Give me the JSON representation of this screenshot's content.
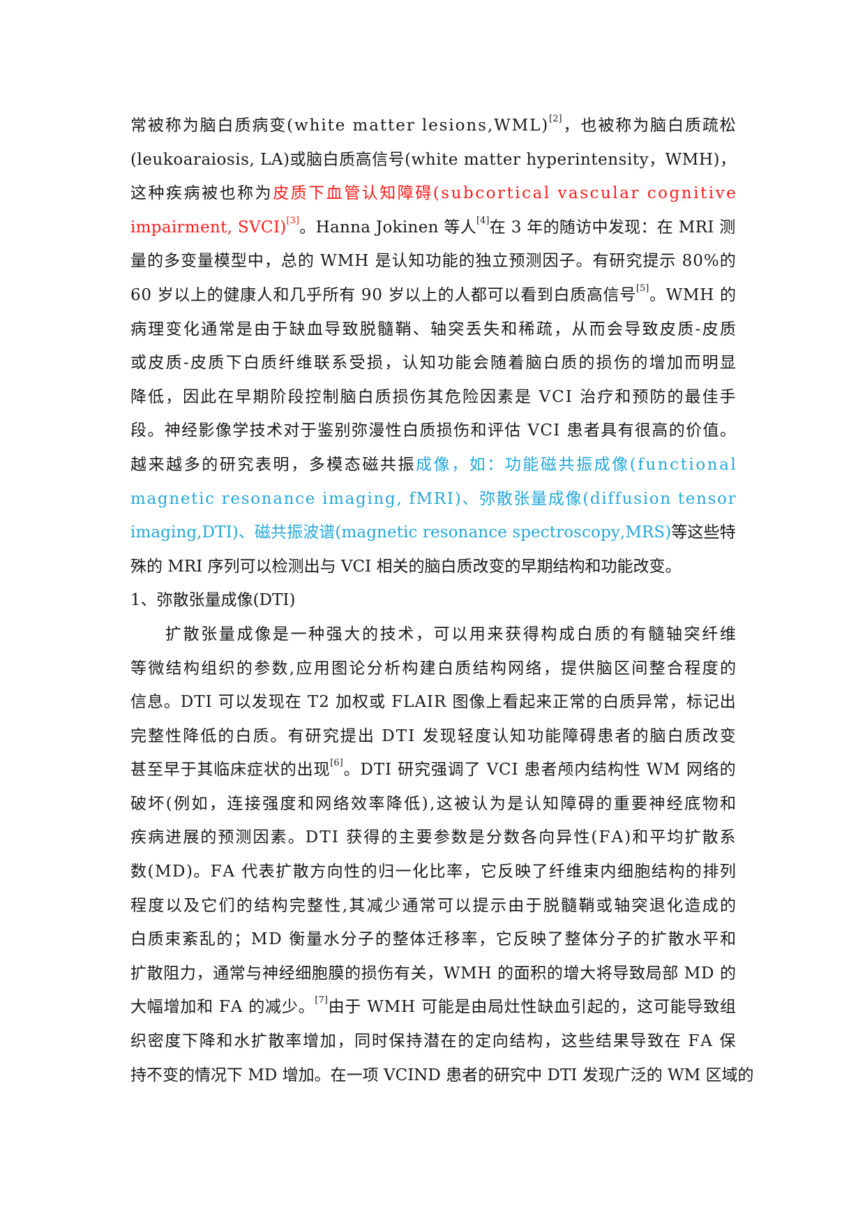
{
  "lines": [
    {
      "segments": [
        {
          "text": "常被称为脑白质病变(white matter lesions,WML)"
        },
        {
          "text": "[2]",
          "sup": true
        },
        {
          "text": "，也被称为脑白质疏松"
        }
      ]
    },
    {
      "segments": [
        {
          "text": "(leukoaraiosis, LA)或脑白质高信号(white matter hyperintensity，WMH)，"
        }
      ]
    },
    {
      "segments": [
        {
          "text": "这种疾病被也称为"
        },
        {
          "text": "皮质下血管认知障碍(subcortical vascular cognitive",
          "color": "red"
        }
      ]
    },
    {
      "segments": [
        {
          "text": "impairment, SVCI)",
          "color": "red"
        },
        {
          "text": "[3]",
          "sup": true,
          "color": "red"
        },
        {
          "text": "。Hanna Jokinen 等人"
        },
        {
          "text": "[4]",
          "sup": true
        },
        {
          "text": "在 3 年的随访中发现：在 MRI 测"
        }
      ]
    },
    {
      "segments": [
        {
          "text": "量的多变量模型中，总的 WMH 是认知功能的独立预测因子。有研究提示 80%的"
        }
      ]
    },
    {
      "segments": [
        {
          "text": "60 岁以上的健康人和几乎所有 90 岁以上的人都可以看到白质高信号"
        },
        {
          "text": "[5]",
          "sup": true
        },
        {
          "text": "。WMH 的"
        }
      ]
    },
    {
      "segments": [
        {
          "text": "病理变化通常是由于缺血导致脱髓鞘、轴突丢失和稀疏，从而会导致皮质-皮质"
        }
      ]
    },
    {
      "segments": [
        {
          "text": "或皮质-皮质下白质纤维联系受损，认知功能会随着脑白质的损伤的增加而明显"
        }
      ]
    },
    {
      "segments": [
        {
          "text": "降低，因此在早期阶段控制脑白质损伤其危险因素是 VCI 治疗和预防的最佳手"
        }
      ]
    },
    {
      "segments": [
        {
          "text": "段。神经影像学技术对于鉴别弥漫性白质损伤和评估 VCI 患者具有很高的价值。"
        }
      ]
    },
    {
      "segments": [
        {
          "text": "越来越多的研究表明，多模态磁共振"
        },
        {
          "text": "成像，如：功能磁共振成像(functional",
          "color": "blue"
        }
      ]
    },
    {
      "segments": [
        {
          "text": "magnetic resonance imaging, fMRI)、弥散张量成像(diffusion tensor",
          "color": "blue"
        }
      ]
    },
    {
      "segments": [
        {
          "text": "imaging,DTI)、磁共振波谱(magnetic resonance spectroscopy,MRS)",
          "color": "blue"
        },
        {
          "text": "等这些特"
        }
      ]
    },
    {
      "segments": [
        {
          "text": "殊的 MRI 序列可以检测出与 VCI 相关的脑白质改变的早期结构和功能改变。"
        }
      ],
      "align": "left"
    },
    {
      "segments": [
        {
          "text": "1、弥散张量成像(DTI)"
        }
      ],
      "align": "left"
    },
    {
      "segments": [
        {
          "text": "扩散张量成像是一种强大的技术，可以用来获得构成白质的有髓轴突纤维"
        }
      ],
      "indent": true
    },
    {
      "segments": [
        {
          "text": "等微结构组织的参数,应用图论分析构建白质结构网络，提供脑区间整合程度的"
        }
      ]
    },
    {
      "segments": [
        {
          "text": "信息。DTI 可以发现在 T2 加权或 FLAIR 图像上看起来正常的白质异常，标记出"
        }
      ]
    },
    {
      "segments": [
        {
          "text": "完整性降低的白质。有研究提出 DTI 发现轻度认知功能障碍患者的脑白质改变"
        }
      ]
    },
    {
      "segments": [
        {
          "text": "甚至早于其临床症状的出现"
        },
        {
          "text": "[6]",
          "sup": true
        },
        {
          "text": "。DTI 研究强调了 VCI 患者颅内结构性 WM 网络的"
        }
      ]
    },
    {
      "segments": [
        {
          "text": "破坏(例如，连接强度和网络效率降低),这被认为是认知障碍的重要神经底物和"
        }
      ]
    },
    {
      "segments": [
        {
          "text": "疾病进展的预测因素。DTI 获得的主要参数是分数各向异性(FA)和平均扩散系"
        }
      ]
    },
    {
      "segments": [
        {
          "text": "数(MD)。FA 代表扩散方向性的归一化比率，它反映了纤维束内细胞结构的排列"
        }
      ]
    },
    {
      "segments": [
        {
          "text": "程度以及它们的结构完整性,其减少通常可以提示由于脱髓鞘或轴突退化造成的"
        }
      ]
    },
    {
      "segments": [
        {
          "text": "白质束紊乱的；MD 衡量水分子的整体迁移率，它反映了整体分子的扩散水平和"
        }
      ]
    },
    {
      "segments": [
        {
          "text": "扩散阻力，通常与神经细胞膜的损伤有关，WMH 的面积的增大将导致局部 MD 的"
        }
      ]
    },
    {
      "segments": [
        {
          "text": "大幅增加和 FA 的减少。"
        },
        {
          "text": "[7]",
          "sup": true
        },
        {
          "text": "由于 WMH 可能是由局灶性缺血引起的，这可能导致组"
        }
      ]
    },
    {
      "segments": [
        {
          "text": "织密度下降和水扩散率增加，同时保持潜在的定向结构，这些结果导致在 FA 保"
        }
      ]
    },
    {
      "segments": [
        {
          "text": "持不变的情况下 MD 增加。在一项 VCIND 患者的研究中 DTI 发现广泛的 WM 区域的"
        }
      ]
    }
  ]
}
